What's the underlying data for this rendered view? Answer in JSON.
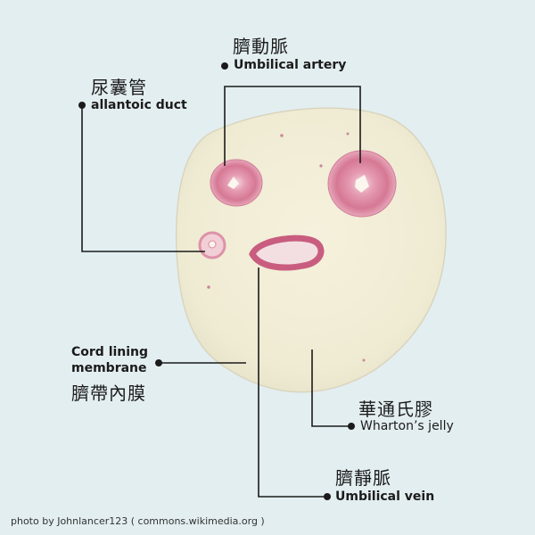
{
  "labels": {
    "umbilical_artery": {
      "zh": "臍動脈",
      "en": "Umbilical artery"
    },
    "allantoic_duct": {
      "zh": "尿囊管",
      "en": "allantoic duct"
    },
    "cord_lining": {
      "en_line1": "Cord lining",
      "en_line2": "membrane",
      "zh": "臍帶內膜"
    },
    "whartons_jelly": {
      "zh": "華通氏膠",
      "en": "Wharton’s jelly"
    },
    "umbilical_vein": {
      "zh": "臍靜脈",
      "en": "Umbilical vein"
    }
  },
  "credit": "photo by Johnlancer123 ( commons.wikimedia.org )",
  "colors": {
    "background": "#e3eef1",
    "tissue": "#f3efda",
    "vessel": "#d9849c",
    "vessel_dark": "#c95d7f",
    "line": "#1b1b1b"
  }
}
